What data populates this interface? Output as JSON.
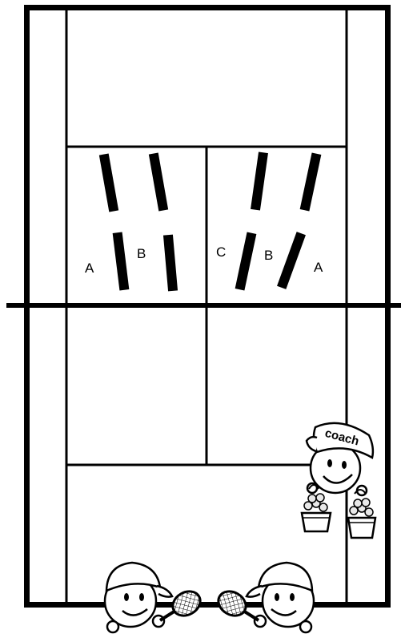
{
  "diagram": {
    "labels": {
      "left_a": "A",
      "left_b": "B",
      "right_c": "C",
      "right_b": "B",
      "right_a": "A"
    },
    "coach": {
      "cap_text": "coach"
    },
    "colors": {
      "line": "#000000",
      "background": "#ffffff",
      "ball": "#e8e8e8"
    },
    "icons": [
      "coach-icon",
      "ball-basket-icon",
      "player-icon",
      "racket-icon",
      "target-bar-icon"
    ]
  }
}
